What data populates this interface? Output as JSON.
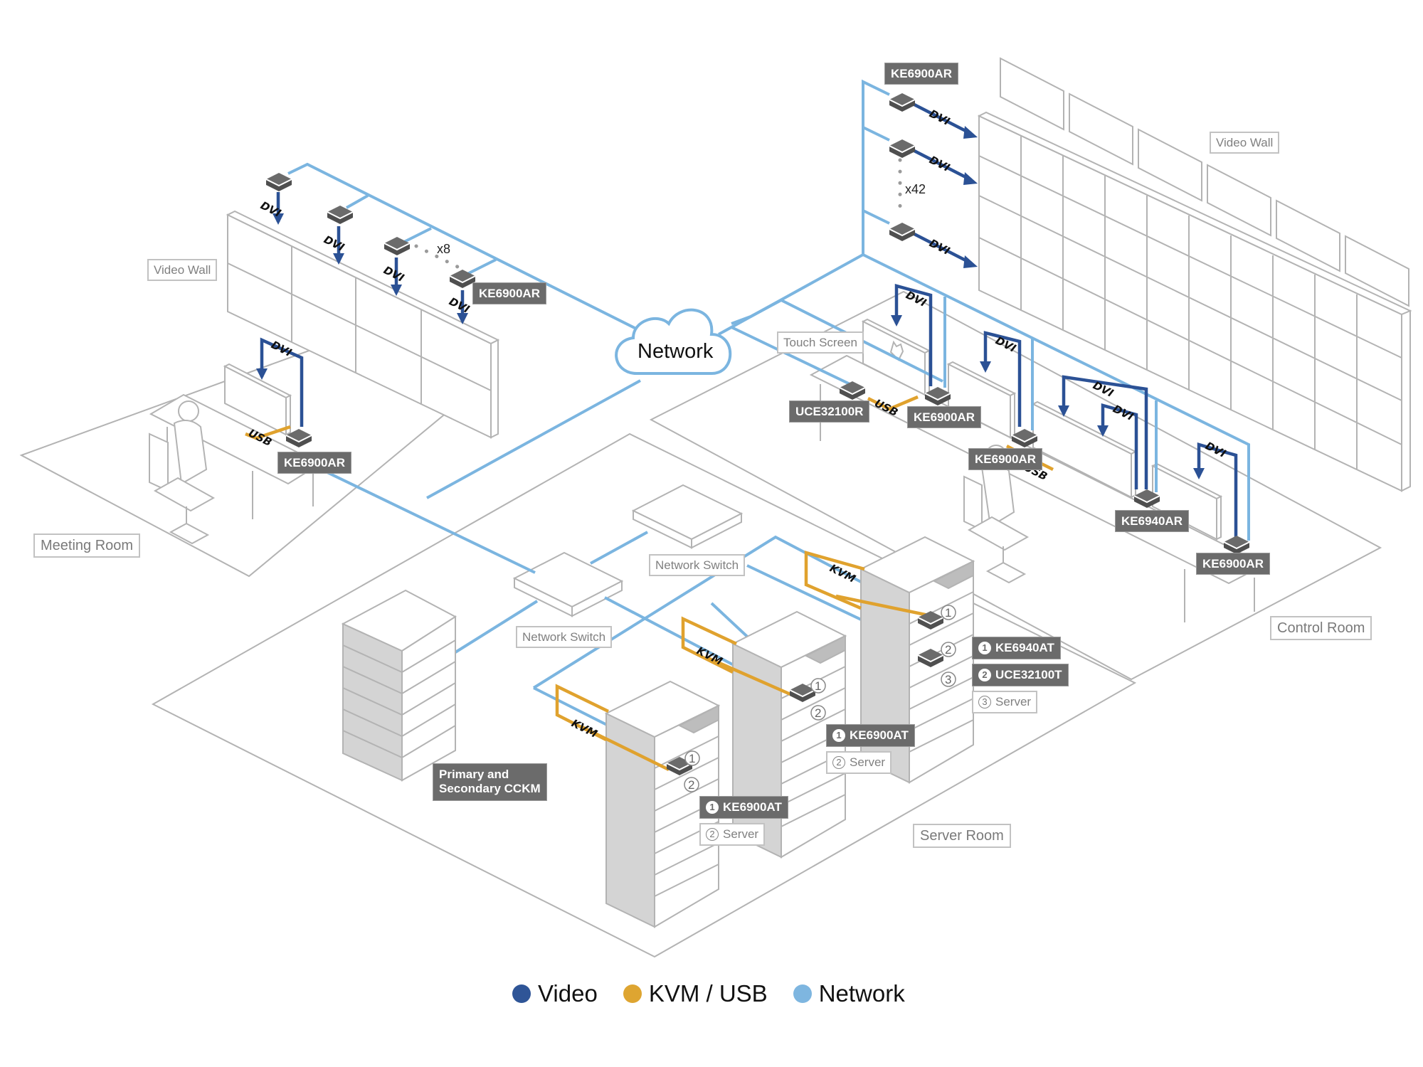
{
  "diagram": {
    "cloud_label": "Network",
    "rooms": {
      "meeting": "Meeting Room",
      "control": "Control Room",
      "server": "Server Room"
    },
    "area_labels": {
      "video_wall_left": "Video Wall",
      "video_wall_right": "Video Wall",
      "touch_screen": "Touch Screen",
      "network_switch_1": "Network Switch",
      "network_switch_2": "Network Switch",
      "cckm_line1": "Primary and",
      "cckm_line2": "Secondary CCKM"
    },
    "devices": {
      "left_wall_receiver": "KE6900AR",
      "meeting_receiver": "KE6900AR",
      "right_wall_receiver": "KE6900AR",
      "control_uce": "UCE32100R",
      "control_rx1": "KE6900AR",
      "control_rx2": "KE6900AR",
      "control_rx3": "KE6940AR",
      "control_rx4": "KE6900AR"
    },
    "multipliers": {
      "left_wall": "x8",
      "right_wall": "x42"
    },
    "cable_labels": {
      "dvi": "DVI",
      "usb": "USB",
      "kvm": "KVM"
    },
    "racks": [
      {
        "items": [
          {
            "num": "1",
            "label": "KE6900AT",
            "style": "dark"
          },
          {
            "num": "2",
            "label": "Server",
            "style": "light"
          }
        ]
      },
      {
        "items": [
          {
            "num": "1",
            "label": "KE6900AT",
            "style": "dark"
          },
          {
            "num": "2",
            "label": "Server",
            "style": "light"
          }
        ]
      },
      {
        "items": [
          {
            "num": "1",
            "label": "KE6940AT",
            "style": "dark"
          },
          {
            "num": "2",
            "label": "UCE32100T",
            "style": "dark"
          },
          {
            "num": "3",
            "label": "Server",
            "style": "light"
          }
        ]
      }
    ],
    "slot_numbers": [
      "1",
      "2",
      "3"
    ]
  },
  "legend": {
    "items": [
      {
        "label": "Video",
        "color": "#2f5597"
      },
      {
        "label": "KVM / USB",
        "color": "#dea531"
      },
      {
        "label": "Network",
        "color": "#7eb6e0"
      }
    ]
  }
}
